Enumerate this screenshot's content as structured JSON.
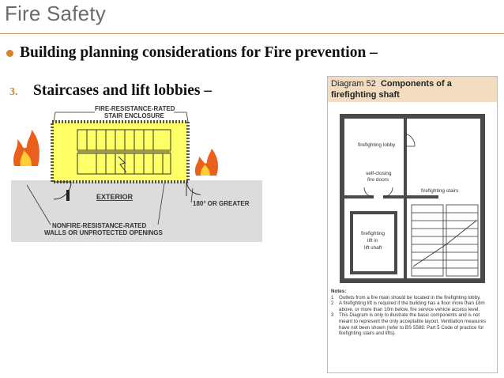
{
  "slide": {
    "title": "Fire Safety",
    "bullet": "Building planning considerations for Fire prevention –",
    "item_number": "3.",
    "item_text": "Staircases and lift lobbies –"
  },
  "stair_figure": {
    "label_enclosure_1": "FIRE-RESISTANCE-RATED",
    "label_enclosure_2": "STAIR ENCLOSURE",
    "label_exterior": "EXTERIOR",
    "label_angle": "180° OR GREATER",
    "label_walls_1": "NONFIRE-RESISTANCE-RATED",
    "label_walls_2": "WALLS OR UNPROTECTED OPENINGS",
    "colors": {
      "enclosure_fill": "#ffff66",
      "ground": "#dcdcdc",
      "flame": "#e8601c"
    }
  },
  "diagram52": {
    "number": "Diagram 52",
    "title_line1": "Components of a",
    "title_line2": "firefighting shaft",
    "label_lobby": "firefighting lobby",
    "label_doors_1": "self-closing",
    "label_doors_2": "fire doors",
    "label_stairs": "firefighting stairs",
    "label_lift_1": "firefighting",
    "label_lift_2": "lift in",
    "label_lift_3": "lift shaft",
    "notes_heading": "Notes:",
    "notes": [
      {
        "num": "1",
        "text": "Outlets from a fire main should be located in the firefighting lobby."
      },
      {
        "num": "2",
        "text": "A firefighting lift is required if the building has a floor more than 18m above, or more than 10m below, fire service vehicle access level."
      },
      {
        "num": "3",
        "text": "This Diagram is only to illustrate the basic components and is not meant to represent the only acceptable layout. Ventilation measures have not been shown (refer to BS 5588: Part 5 Code of practice for firefighting stairs and lifts)."
      }
    ],
    "colors": {
      "header_bg": "#f3ddc0",
      "wall": "#4a4a4a"
    }
  }
}
